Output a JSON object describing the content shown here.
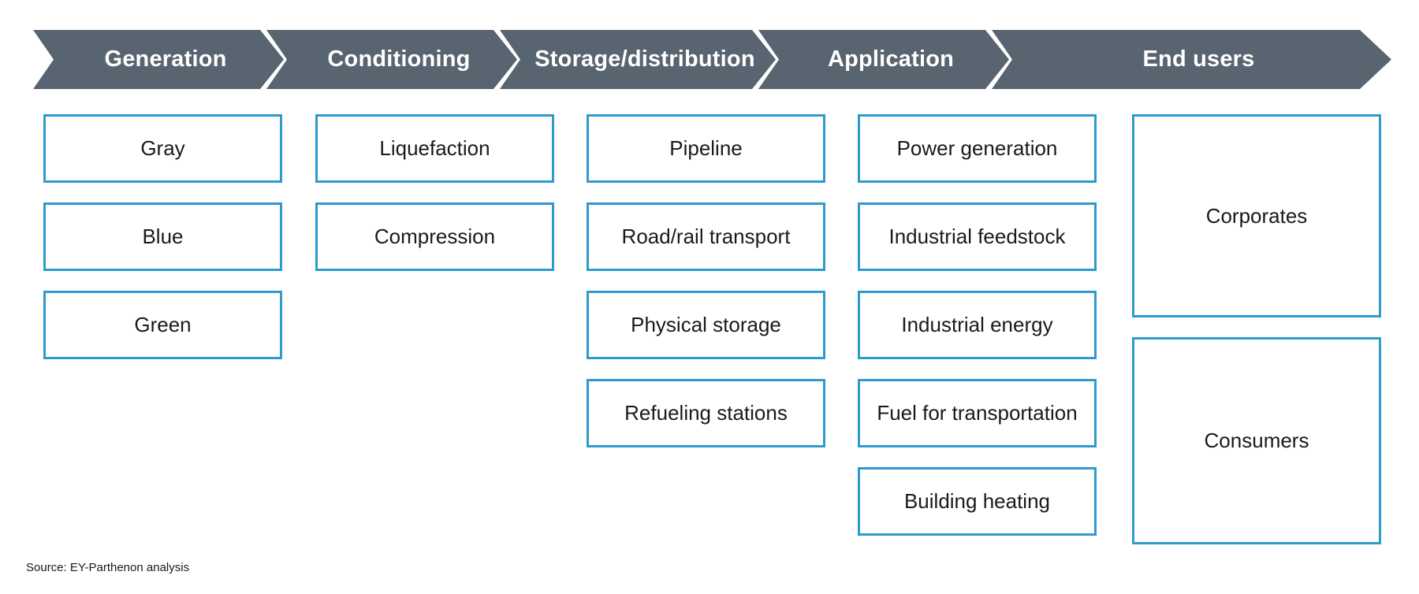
{
  "colors": {
    "header_fill": "#58646f",
    "header_text": "#ffffff",
    "box_border": "#2e9bcc",
    "box_fill": "#ffffff",
    "body_text": "#1a1a1a",
    "background": "#ffffff"
  },
  "source": {
    "text": "Source: EY-Parthenon analysis"
  },
  "chart_data": {
    "type": "diagram",
    "subtype": "value-chain-flow",
    "title": "",
    "stage_count": 5,
    "stages": [
      {
        "label": "Generation",
        "items": [
          "Gray",
          "Blue",
          "Green"
        ],
        "item_count": 3
      },
      {
        "label": "Conditioning",
        "items": [
          "Liquefaction",
          "Compression"
        ],
        "item_count": 2
      },
      {
        "label": "Storage/distribution",
        "items": [
          "Pipeline",
          "Road/rail transport",
          "Physical storage",
          "Refueling stations"
        ],
        "item_count": 4
      },
      {
        "label": "Application",
        "items": [
          "Power generation",
          "Industrial feedstock",
          "Industrial energy",
          "Fuel for transportation",
          "Building heating"
        ],
        "item_count": 5
      },
      {
        "label": "End users",
        "items": [
          "Corporates",
          "Consumers"
        ],
        "item_count": 2,
        "tall_boxes": true
      }
    ]
  },
  "stages": {
    "generation": {
      "header": "Generation",
      "boxes": [
        {
          "label": "Gray"
        },
        {
          "label": "Blue"
        },
        {
          "label": "Green"
        }
      ]
    },
    "conditioning": {
      "header": "Conditioning",
      "boxes": [
        {
          "label": "Liquefaction"
        },
        {
          "label": "Compression"
        }
      ]
    },
    "storage": {
      "header": "Storage/distribution",
      "boxes": [
        {
          "label": "Pipeline"
        },
        {
          "label": "Road/rail transport"
        },
        {
          "label": "Physical storage"
        },
        {
          "label": "Refueling stations"
        }
      ]
    },
    "application": {
      "header": "Application",
      "boxes": [
        {
          "label": "Power generation"
        },
        {
          "label": "Industrial feedstock"
        },
        {
          "label": "Industrial energy"
        },
        {
          "label": "Fuel for transportation"
        },
        {
          "label": "Building heating"
        }
      ]
    },
    "endusers": {
      "header": "End users",
      "boxes": [
        {
          "label": "Corporates"
        },
        {
          "label": "Consumers"
        }
      ]
    }
  }
}
